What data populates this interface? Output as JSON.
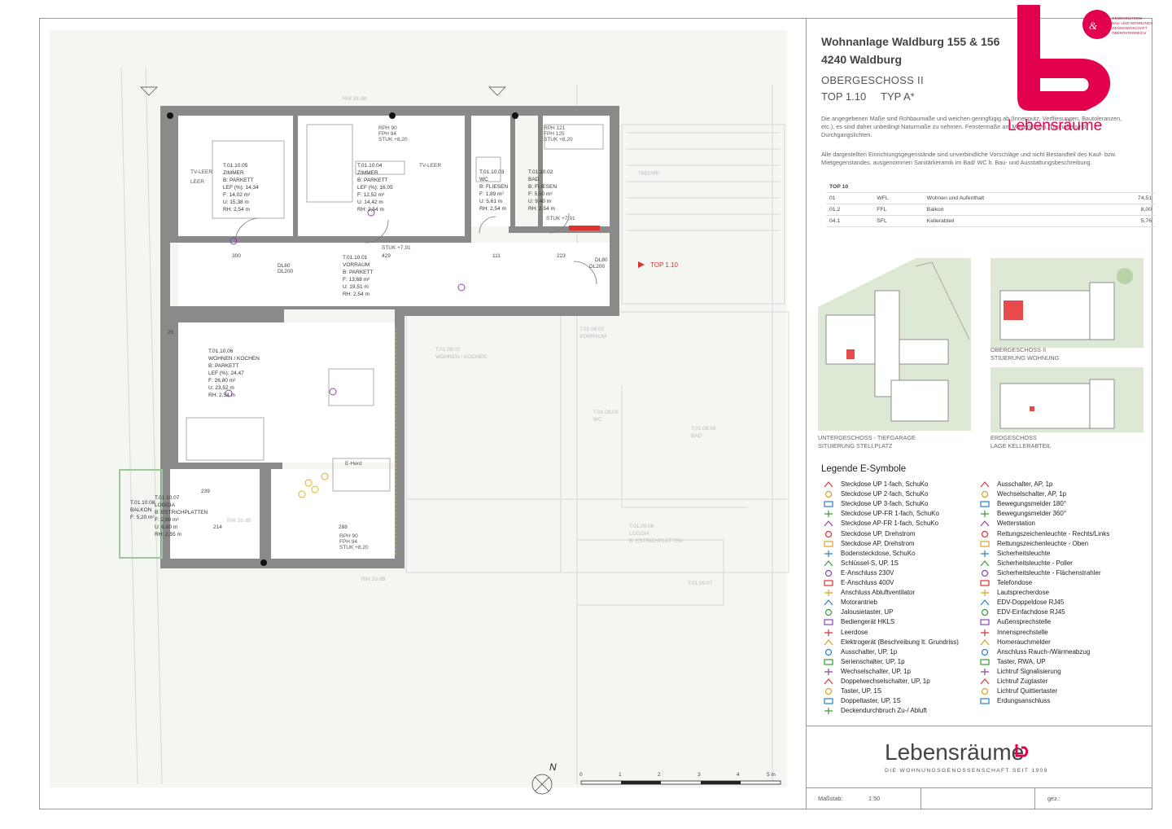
{
  "project": {
    "line1": "Wohnanlage Waldburg 155 & 156",
    "line2": "4240 Waldburg",
    "floor": "OBERGESCHOSS II",
    "top": "TOP 1.10",
    "type": "TYP A*"
  },
  "notes": {
    "n1": "Die angegebenen Maße sind Rohbaumaße und weichen geringfügig ab (Innenputz, Verfliesungen, Bautoleranzen, etc.), es sind daher unbedingt Naturmaße zu nehmen. Fenstermaße am Mauerlichten, Türmaße sind Durchgangslichten.",
    "n2": "Alle dargestellten Einrichtungsgegenstände sind unverbindliche Vorschläge und nicht Bestandteil des Kauf- bzw. Mietgegenstandes, ausgenommen Sanitärkeramik im Bad/ WC lt. Bau- und Ausstattungsbeschreibung."
  },
  "area_table": {
    "header": "TOP 10",
    "rows": [
      {
        "no": "01",
        "code": "WFL",
        "name": "Wohnen und Aufenthalt",
        "value": "74,51"
      },
      {
        "no": "01.2",
        "code": "FFL",
        "name": "Balkon",
        "value": "8,00"
      },
      {
        "no": "04.1",
        "code": "SFL",
        "name": "Kellerabteil",
        "value": "5,76"
      }
    ]
  },
  "site_maps": {
    "og2_caption1": "OBERGESCHOSS II",
    "og2_caption2": "STIUERUNG WOHNUNG",
    "ug_caption1": "UNTERGESCHOSS - TIEFGARAGE",
    "ug_caption2": "SITUIERUNG STELLPLATZ",
    "eg_caption1": "ERDGESCHOSS",
    "eg_caption2": "LAGE KELLERABTEIL"
  },
  "legend": {
    "title": "Legende E-Symbole",
    "left": [
      "Steckdose UP 1-fach, SchuKo",
      "Steckdose UP 2-fach, SchuKo",
      "Steckdose UP 3-fach, SchuKo",
      "Steckdose UP-FR 1-fach, SchuKo",
      "Steckdose AP-FR 1-fach, SchuKo",
      "Steckdose UP, Drehstrom",
      "Steckdose AP, Drehstrom",
      "Bodensteckdose, SchuKo",
      "Schlüssel-S, UP, 1S",
      "E-Anschluss 230V",
      "E-Anschluss 400V",
      "Anschluss Abluftventilator",
      "Motorantrieb",
      "Jalousietaster, UP",
      "Bediengerät HKLS",
      "Leerdose",
      "Elektrogerät (Beschreibung lt. Grundriss)",
      "Ausschalter, UP, 1p",
      "Serienschalter, UP, 1p",
      "Wechselschalter, UP, 1p",
      "Doppelwechselschalter, UP, 1p",
      "Taster, UP, 1S",
      "Doppeltaster, UP, 1S",
      "Deckendurchbruch Zu-/ Abluft"
    ],
    "right": [
      "Ausschalter, AP, 1p",
      "Wechselschalter, AP, 1p",
      "Bewegungsmelder 180°",
      "Bewegungsmelder 360°",
      "Wetterstation",
      "Rettungszeichenleuchte - Rechts/Links",
      "Rettungszeichenleuchte - Oben",
      "Sicherheitsleuchte",
      "Sicherheitsleuchte - Poller",
      "Sicherheitsleuchte - Flächenstrahler",
      "Telefondose",
      "Lautsprecherdose",
      "EDV-Doppeldose RJ45",
      "EDV-Einfachdose RJ45",
      "Außensprechstelle",
      "Innensprechstelle",
      "Homerauchmelder",
      "Anschluss Rauch-/Wärmeabzug",
      "Taster, RWA, UP",
      "Lichtruf Signalisierung",
      "Lichtruf Zugtaster",
      "Lichtruf Quittiertaster",
      "Erdungsanschluss"
    ]
  },
  "brand": {
    "name": "Lebensräume",
    "sub": "DIE WOHNUNGSGENOSSENSCHAFT SEIT 1909",
    "logo_small": "GEMEINNÜTZIGE BAU- UND WOHNUNGSGENOSSENSCHAFT OBERÖSTERREICH",
    "logo_word": "Lebensräume"
  },
  "footer": {
    "massstab_label": "Maßstab:",
    "massstab_value": "1:50",
    "gez_label": "gez.:"
  },
  "scale_bar": {
    "labels": [
      "0",
      "1",
      "2",
      "3",
      "4",
      "5 m"
    ],
    "north": "N"
  },
  "plan": {
    "top_marker": "TOP 1.10",
    "rooms": [
      {
        "id": "T.01.10.05",
        "name": "ZIMMER",
        "floor": "B: PARKETT",
        "lef": "LEF (%): 14,34",
        "f": "F: 14,02 m²",
        "u": "U: 15,38 m",
        "rh": "RH: 2,54 m"
      },
      {
        "id": "T.01.10.04",
        "name": "ZIMMER",
        "floor": "B: PARKETT",
        "lef": "LEF (%): 16,05",
        "f": "F: 12,52 m²",
        "u": "U: 14,42 m",
        "rh": "RH: 2,54 m"
      },
      {
        "id": "T.01.10.03",
        "name": "WC",
        "floor": "B: FLIESEN",
        "f": "F: 1,89 m²",
        "u": "U: 5,61 m",
        "rh": "RH: 2,54 m"
      },
      {
        "id": "T.01.10.02",
        "name": "BAD",
        "floor": "B: FLIESEN",
        "f": "F: 5,50 m²",
        "u": "U: 9,40 m",
        "rh": "RH: 2,54 m"
      },
      {
        "id": "T.01.10.01",
        "name": "VORRAUM",
        "floor": "B: PARKETT",
        "f": "F: 13,68 m²",
        "u": "U: 19,51 m",
        "rh": "RH: 2,54 m"
      },
      {
        "id": "T.01.10.06",
        "name": "WOHNEN / KOCHEN",
        "floor": "B: PARKETT",
        "lef": "LEF (%): 24,47",
        "f": "F: 26,80 m²",
        "u": "U: 23,52 m",
        "rh": "RH: 2,54 m"
      },
      {
        "id": "T.01.10.07",
        "name": "LOGGIA",
        "floor": "B: ESTRICHPLATTEN",
        "f": "F: 2,80 m²",
        "u": "U: 6,60 m",
        "rh": "RH: 2,55 m"
      },
      {
        "id": "T.01.10.08",
        "name": "BALKON",
        "f": "F: 5,20 m²"
      }
    ],
    "labels": {
      "rph90": "RPH 90",
      "fph94": "FPH 94",
      "stuk820": "STUK +8,20",
      "rph121": "RPH 121",
      "fph125": "FPH 125",
      "stuk791": "STUK +7,91",
      "tvleer": "TV-LEER",
      "leer": "LEER",
      "ehend": "E-Herd",
      "dim300": "300",
      "dim429": "429",
      "dim223": "223",
      "dim111": "111",
      "dim288": "288",
      "dim239": "239",
      "dim214": "214",
      "dim25": "25",
      "dl80": "DL80",
      "dl200": "DL200",
      "rw33": "RW 33 dB"
    },
    "ghost_rooms": [
      "T.01.09.02",
      "WOHNEN / KOCHEN",
      "T.01.09.01",
      "VORRAUM",
      "T.01.09.03",
      "WC",
      "T.01.09.04",
      "BAD",
      "T.01.09.06",
      "LOGGIA",
      "B: ESTRICHPLATTEN",
      "T.01.09.07",
      "TREPPE"
    ]
  },
  "colors": {
    "wall": "#8a8a8a",
    "brand_red": "#e2004f",
    "marker_red": "#e03030",
    "highlight": "#e84a4a"
  }
}
